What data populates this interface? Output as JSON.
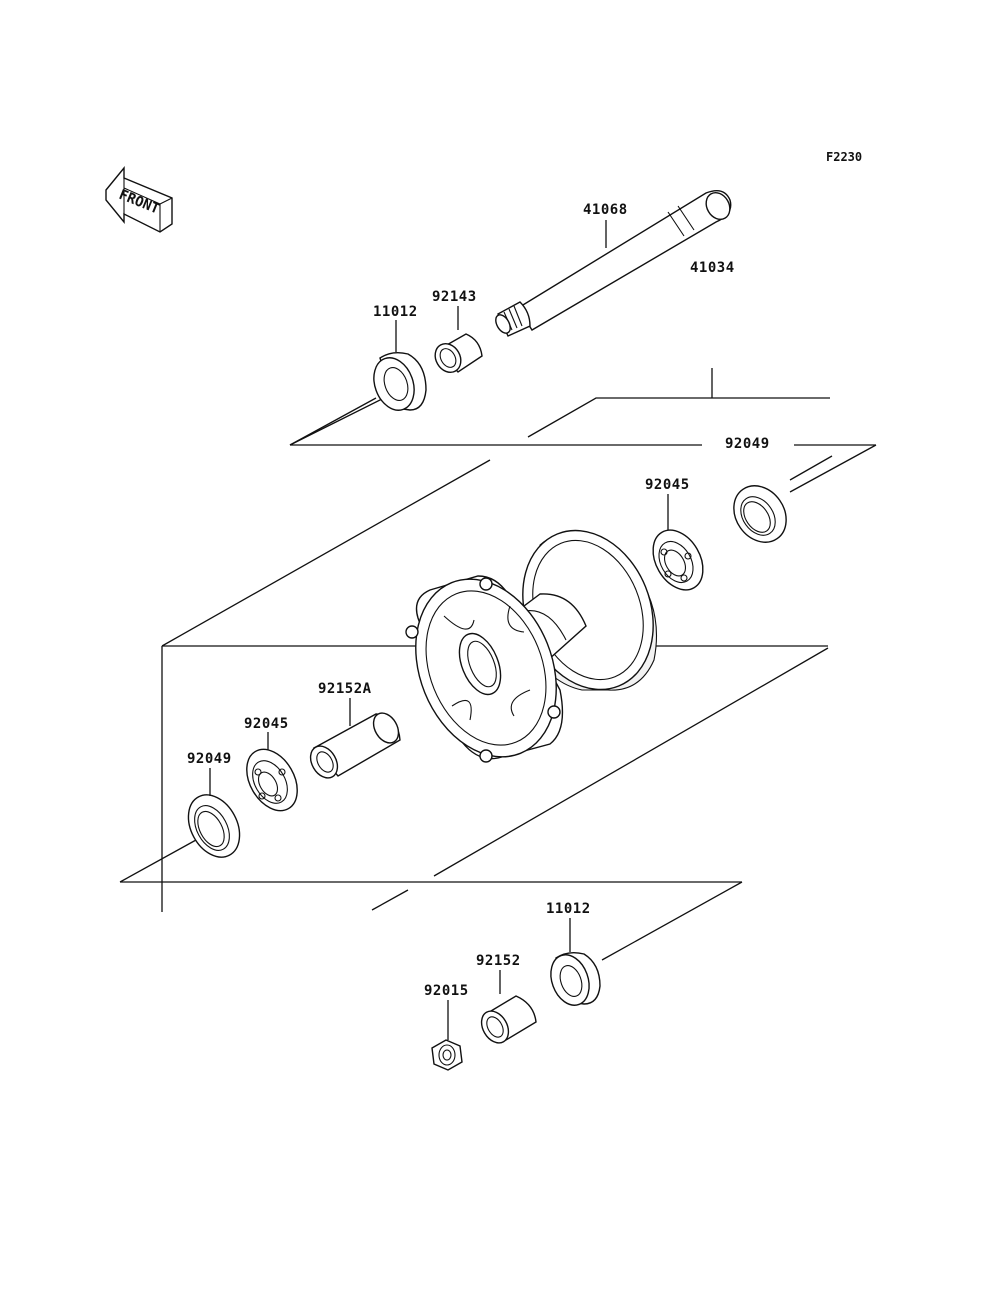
{
  "diagram": {
    "reference_code": "F2230",
    "front_arrow_label": "FRONT",
    "parts": {
      "axle": "41068",
      "collar_top": "92143",
      "bearing_top": "11012",
      "hub_assembly": "41034",
      "seal_right": "92049",
      "bearing_right": "92045",
      "spacer": "92152A",
      "bearing_left": "92045",
      "seal_left": "92049",
      "bearing_bottom": "11012",
      "collar_bottom": "92152",
      "nut": "92015"
    }
  }
}
